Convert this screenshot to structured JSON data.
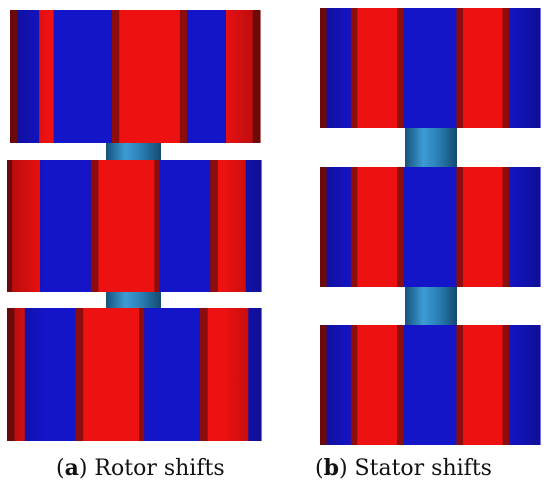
{
  "colors": {
    "red": "#ee1111",
    "blue": "#1414c8",
    "dark_red": "#8b0d0d",
    "shaft": "#2f88c0"
  },
  "panels": [
    {
      "letter": "a",
      "caption_text": ") Rotor shifts"
    },
    {
      "letter": "b",
      "caption_text": ") Stator shifts"
    }
  ]
}
